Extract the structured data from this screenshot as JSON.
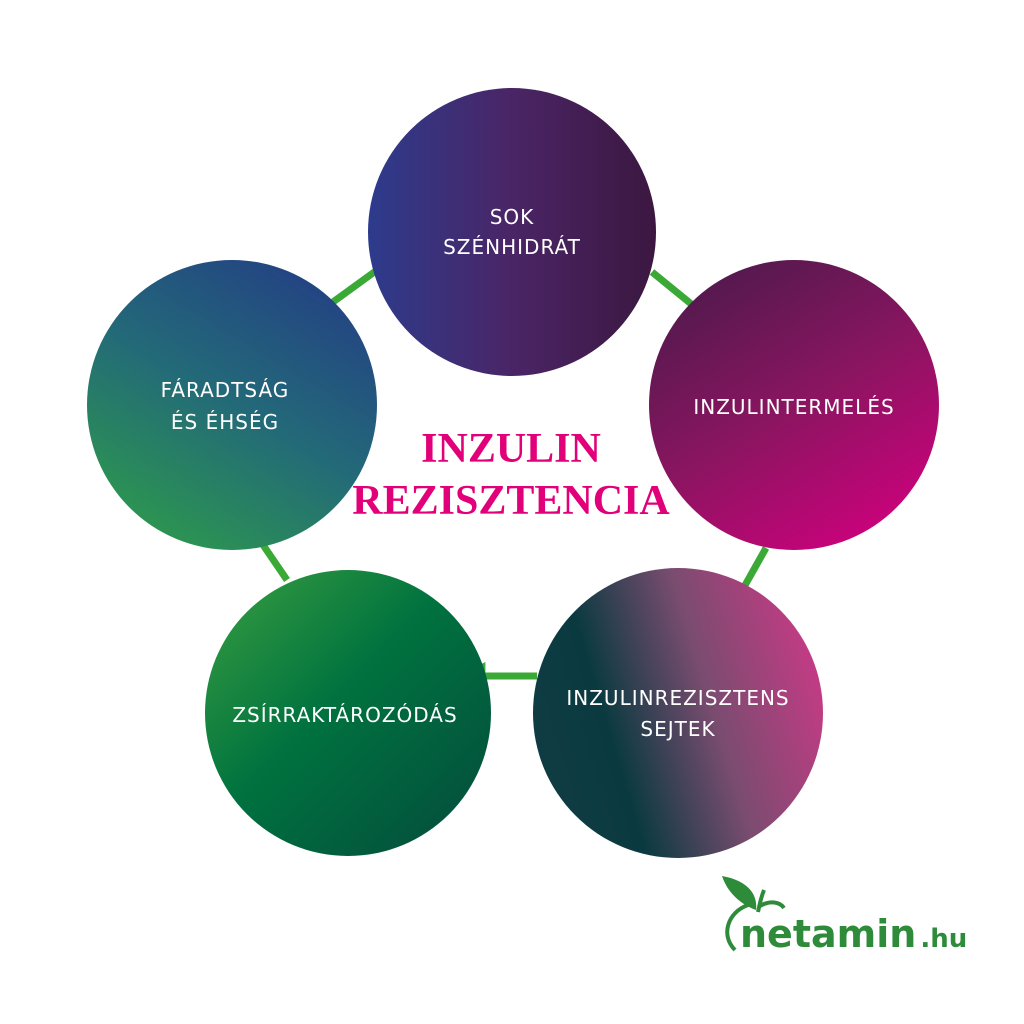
{
  "title": {
    "line1": "INZULIN",
    "line2": "REZISZTENCIA"
  },
  "nodes": [
    {
      "line1": "SOK",
      "line2": "SZÉNHIDRÁT"
    },
    {
      "line1": "INZULINTERMELÉS"
    },
    {
      "line1": "INZULINREZISZTENS",
      "line2": "SEJTEK"
    },
    {
      "line1": "ZSÍRRAKTÁROZÓDÁS"
    },
    {
      "line1": "FÁRADTSÁG",
      "line2": "ÉS ÉHSÉG"
    }
  ],
  "logo": {
    "name": "netamin",
    "tld": ".hu"
  },
  "colors": {
    "arrow": "#3aa935",
    "title": "#e2007a",
    "logo": "#2e8b3a"
  }
}
